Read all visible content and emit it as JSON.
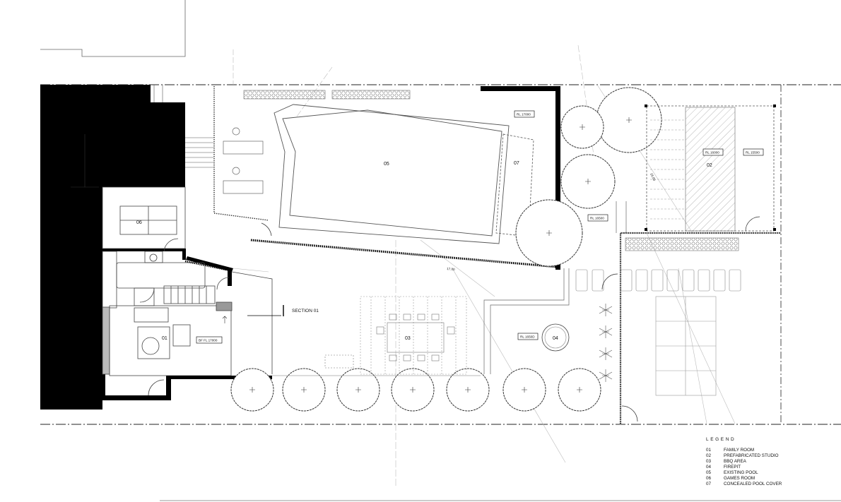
{
  "rooms": {
    "r01": "01",
    "r02": "02",
    "r03": "03",
    "r04": "04",
    "r05": "05",
    "r06": "06",
    "r07": "07"
  },
  "levels": {
    "pool_rl": "RL 17000",
    "studio_rl": "RL 16000",
    "studio_rl_2": "RL 15500",
    "tree_rl": "RL 16500",
    "firepit_rl": "RL 1650D",
    "bf_fl": "BF FL 17000"
  },
  "dimensions": {
    "diag_1": "17.00",
    "diag_2": "16.00"
  },
  "section": {
    "label": "SECTION 01"
  },
  "legend": {
    "title": "LEGEND",
    "items": [
      {
        "code": "01",
        "name": "FAMILY ROOM"
      },
      {
        "code": "02",
        "name": "PREFABRICATED STUDIO"
      },
      {
        "code": "03",
        "name": "BBQ AREA"
      },
      {
        "code": "04",
        "name": "FIREPIT"
      },
      {
        "code": "05",
        "name": "EXISTING POOL"
      },
      {
        "code": "06",
        "name": "GAMES ROOM"
      },
      {
        "code": "07",
        "name": "CONCEALED POOL COVER"
      }
    ]
  }
}
